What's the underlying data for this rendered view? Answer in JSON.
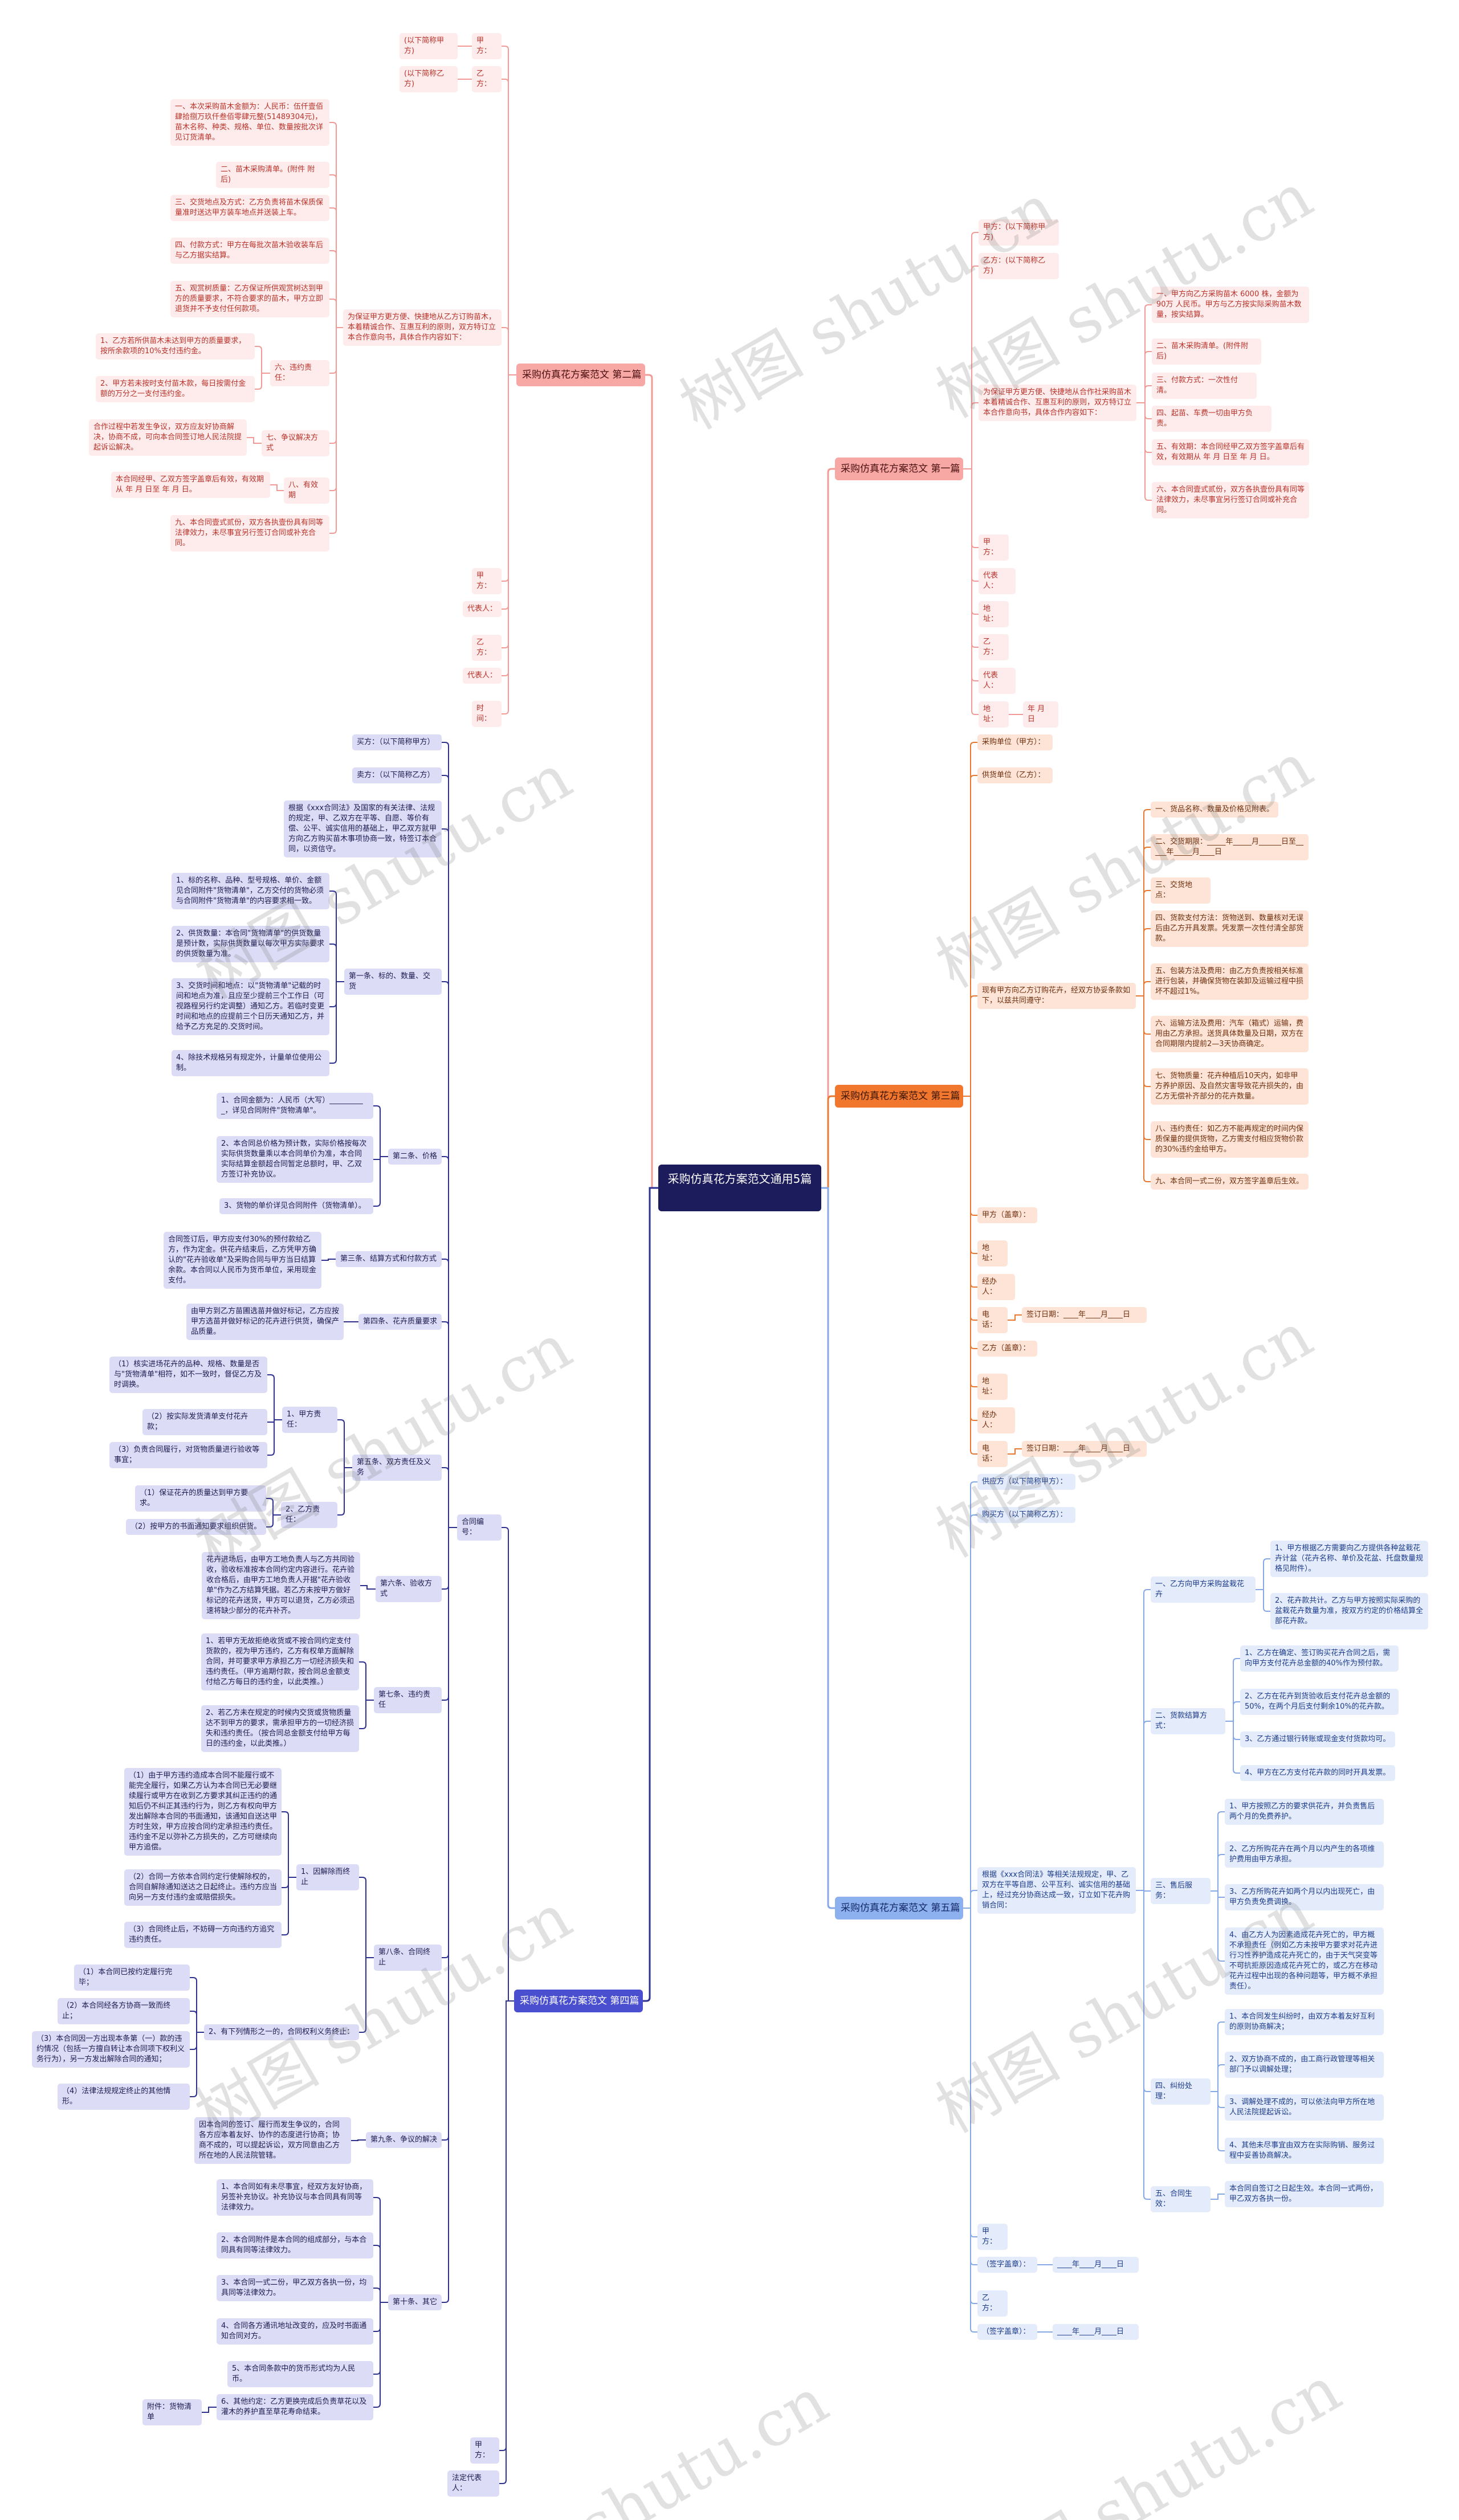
{
  "root": {
    "title": "采购仿真花方案范文通用5篇"
  },
  "watermark": "树图 shutu.cn",
  "colors": {
    "root": "#1c1b5c",
    "p1_p2": "#f7a8a5",
    "p3": "#f2772e",
    "p4": "#4a4fd0",
    "p5": "#8db0ee"
  },
  "p1": {
    "title": "采购仿真花方案范文 第一篇",
    "nodes": [
      "甲方：(以下简称甲方)",
      "乙方：(以下简称乙方)",
      "为保证甲方更方便、快捷地从合作社采购苗木本着精诚合作、互惠互利的原则，双方特订立本合作意向书，具体合作内容如下：",
      "一、甲方向乙方采购苗木 6000 株，金额为 90万 人民币。甲方与乙方按实际采购苗木数量，按实结算。",
      "二、苗木采购清单。(附件附后)",
      "三、付款方式：一次性付清。",
      "四、起苗、车费一切由甲方负责。",
      "五、有效期：本合同经甲乙双方签字盖章后有效，有效期从 年 月 日至 年 月 日。",
      "六、本合同壹式贰份，双方各执壹份具有同等法律效力，未尽事宜另行签订合同或补充合同。",
      "甲方：",
      "代表人：",
      "地址：",
      "乙方：",
      "代表人：",
      "地址：",
      "年 月 日"
    ]
  },
  "p2": {
    "title": "采购仿真花方案范文 第二篇",
    "nodes": [
      "甲方：",
      "(以下简称甲方)",
      "乙方：",
      "(以下简称乙方)",
      "为保证甲方更方便、快捷地从乙方订购苗木，本着精诚合作、互惠互利的原则，双方特订立本合作意向书，具体合作内容如下：",
      "一、本次采购苗木金额为：人民币：伍仟壹佰肆拾捌万玖仟叁佰零肆元整(51489304元)，苗木名称、种类、规格、单位、数量按批次详见订货清单。",
      "二、苗木采购清单。(附件 附后)",
      "三、交货地点及方式：乙方负责将苗木保质保量准时送达甲方装车地点并送装上车。",
      "四、付款方式：甲方在每批次苗木验收装车后与乙方据实结算。",
      "五、观赏树质量：乙方保证所供观赏树达到甲方的质量要求，不符合要求的苗木，甲方立即退货并不予支付任何款项。",
      "六、违约责任：",
      "1、乙方若所供苗木未达到甲方的质量要求，按所余款项的10%支付违约金。",
      "2、甲方若未按时支付苗木款，每日按需付金额的万分之一支付违约金。",
      "七、争议解决方式",
      "合作过程中若发生争议，双方应友好协商解决，协商不成，可向本合同签订地人民法院提起诉讼解决。",
      "八、有效期",
      "本合同经甲、乙双方签字盖章后有效，有效期从 年 月 日至 年 月 日。",
      "九、本合同壹式贰份，双方各执壹份具有同等法律效力，未尽事宜另行签订合同或补充合同。",
      "甲方：",
      "代表人：",
      "乙方：",
      "代表人：",
      "时间："
    ]
  },
  "p3": {
    "title": "采购仿真花方案范文 第三篇",
    "nodes": [
      "采购单位（甲方）：",
      "供货单位（乙方）：",
      "现有甲方向乙方订购花卉，经双方协妥条款如下，以兹共同遵守：",
      "一、货品名称、数量及价格见附表。",
      "二、交货期限：_____年_____月______日至_____年_____月____日",
      "三、交货地点：",
      "四、货款支付方法：货物送到、数量核对无误后由乙方开具发票。凭发票一次性付清全部货款。",
      "五、包装方法及费用：由乙方负责按相关标准进行包装，并确保货物在装卸及运输过程中损坏不超过1%。",
      "六、运输方法及费用：汽车（箱式）运输，费用由乙方承担。送货具体数量及日期，双方在合同期限内提前2—3天协商确定。",
      "七、货物质量：花卉种植后10天内，如非甲方养护原因、及自然灾害导致花卉损失的，由乙方无偿补齐部分的花卉数量。",
      "八、违约责任：如乙方不能再规定的时间内保质保量的提供货物，乙方需支付相应货物价款的30%违约金给甲方。",
      "九、本合同一式二份，双方签字盖章后生效。",
      "甲方（盖章）：",
      "地址：",
      "经办人：",
      "电话：",
      "签订日期：____年____月____日",
      "乙方（盖章）：",
      "地址：",
      "经办人：",
      "电话：",
      "签订日期：____年____月____日"
    ]
  },
  "p4": {
    "title": "采购仿真花方案范文 第四篇",
    "nodes": [
      "合同编号：",
      "甲方：",
      "法定代表人：",
      "买方：（以下简称甲方）",
      "卖方：（以下简称乙方）",
      "根据《xxx合同法》及国家的有关法律、法规的规定，甲、乙双方在平等、自愿、等价有偿、公平、诚实信用的基础上，甲乙双方就甲方向乙方购买苗木事项协商一致，特签订本合同，以资信守。",
      "第一条、标的、数量、交货",
      "1、标的名称、品种、型号规格、单价、金额见合同附件\"货物清单\"，乙方交付的货物必须与合同附件\"货物清单\"的内容要求相一致。",
      "2、供货数量：本合同\"货物清单\"的供货数量是预计数，实际供货数量以每次甲方实际要求的供货数量为准。",
      "3、交货时间和地点：以\"货物清单\"记载的时间和地点为准，且应至少提前三个工作日（可视路程另行约定调整）通知乙方。若临时变更时间和地点的应提前三个日历天通知乙方，并给予乙方充足的.交货时间。",
      "4、除技术规格另有规定外，计量单位使用公制。",
      "第二条、价格",
      "1、合同金额为：人民币（大写）__________，详见合同附件\"货物清单\"。",
      "2、本合同总价格为预计数，实际价格按每次实际供货数量乘以本合同单价为准，本合同实际结算金额超合同暂定总额时，甲、乙双方签订补充协议。",
      "3、货物的单价详见合同附件（货物清单）。",
      "第三条、结算方式和付款方式",
      "合同签订后，甲方应支付30%的预付款给乙方，作为定金。供花卉结束后，乙方凭甲方确认的\"花卉验收单\"及采购合同与甲方当日结算余款。本合同以人民币为货币单位，采用现金支付。",
      "第四条、花卉质量要求",
      "由甲方到乙方苗圃选苗并做好标记，乙方应按甲方选苗并做好标记的花卉进行供货，确保产品质量。",
      "第五条、双方责任及义务",
      "1、甲方责任：",
      "（1）核实进场花卉的品种、规格、数量是否与\"货物清单\"相符，如不一致时，督促乙方及时调换。",
      "（2）按实际发货清单支付花卉款；",
      "（3）负责合同履行，对货物质量进行验收等事宜；",
      "2、乙方责任：",
      "（1）保证花卉的质量达到甲方要求。",
      "（2）按甲方的书面通知要求组织供货。",
      "第六条、验收方式",
      "花卉进场后，由甲方工地负责人与乙方共同验收，验收标准按本合同约定内容进行。花卉验收合格后，由甲方工地负责人开据\"花卉验收单\"作为乙方结算凭据。若乙方未按甲方做好标记的花卉送货，甲方可以退货，乙方必须迅速将缺少部分的花卉补齐。",
      "第七条、违约责任",
      "1、若甲方无故拒绝收货或不按合同约定支付货款的，视为甲方违约，乙方有权单方面解除合同，并可要求甲方承担乙方一切经济损失和违约责任。（甲方逾期付款，按合同总金额支付给乙方每日的违约金，以此类推。）",
      "2、若乙方未在规定的时候内交货或货物质量达不到甲方的要求，需承担甲方的一切经济损失和违约责任。（按合同总金额支付给甲方每日的违约金，以此类推。）",
      "第八条、合同终止",
      "1、因解除而终止",
      "（1）由于甲方违约造成本合同不能履行或不能完全履行，如果乙方认为本合同已无必要继续履行或甲方在收到乙方要求其纠正违约的通知后仍不纠正其违约行为，则乙方有权向甲方发出解除本合同的书面通知，该通知自送达甲方时生效，甲方应按合同约定承担违约责任。违约金不足以弥补乙方损失的，乙方可继续向甲方追偿。",
      "（2）合同一方依本合同约定行使解除权的，合同自解除通知送达之日起终止。违约方应当向另一方支付违约金或赔偿损失。",
      "（3）合同终止后，不妨碍一方向违约方追究违约责任。",
      "2、有下列情形之一的，合同权利义务终止：",
      "（1）本合同已按约定履行完毕；",
      "（2）本合同经各方协商一致而终止；",
      "（3）本合同因一方出现本条第（一）款的违约情况（包括一方擅自转让本合同项下权利义务行为），另一方发出解除合同的通知；",
      "（4）法律法规规定终止的其他情形。",
      "第九条、争议的解决",
      "因本合同的签订、履行而发生争议的，合同各方应本着友好、协作的态度进行协商；协商不成的，可以提起诉讼，双方同意由乙方所在地的人民法院管辖。",
      "第十条、其它",
      "1、本合同如有未尽事宜，经双方友好协商，另签补充协议。补充协议与本合同具有同等法律效力。",
      "2、本合同附件是本合同的组成部分，与本合同具有同等法律效力。",
      "3、本合同一式二份，甲乙双方各执一份，均具同等法律效力。",
      "4、合同各方通讯地址改变的，应及时书面通知合同对方。",
      "5、本合同条款中的货币形式均为人民币。",
      "6、其他约定：乙方更换完成后负责草花以及灌木的养护直至草花寿命结束。",
      "附件：货物清单"
    ]
  },
  "p5": {
    "title": "采购仿真花方案范文 第五篇",
    "nodes": [
      "供应方（以下简称甲方）：",
      "购买方（以下简称乙方）：",
      "根据《xxx合同法》等相关法规规定，甲、乙双方在平等自愿、公平互利、诚实信用的基础上，经过充分协商达成一致，订立如下花卉购销合同：",
      "一、乙方向甲方采购盆栽花卉",
      "1、甲方根据乙方需要向乙方提供各种盆栽花卉计盆（花卉名称、单价及花盆、托盘数量规格见附件）。",
      "2、花卉款共计。乙方与甲方按照实际采购的盆栽花卉数量为准，按双方约定的价格结算全部花卉款。",
      "二、货款结算方式：",
      "1、乙方在确定、签订购买花卉合同之后，需向甲方支付花卉总金额的40%作为预付款。",
      "2、乙方在花卉到货验收后支付花卉总金额的50%，在两个月后支付剩余10%的花卉款。",
      "3、乙方通过银行转账或现金支付货款均可。",
      "4、甲方在乙方支付花卉款的同时开具发票。",
      "三、售后服务：",
      "1、甲方按照乙方的要求供花卉，并负责售后两个月的免费养护。",
      "2、乙方所购花卉在两个月以内产生的各项维护费用由甲方承担。",
      "3、乙方所购花卉如两个月以内出现死亡，由甲方负责免费调换。",
      "4、由乙方人为因素造成花卉死亡的，甲方概不承担责任（例如乙方未按甲方要求对花卉进行习性养护造成花卉死亡的，由于天气突变等不可抗拒原因造成花卉死亡的，或乙方在移动花卉过程中出现的各种问题等，甲方概不承担责任）。",
      "四、纠纷处理：",
      "1、本合同发生纠纷时，由双方本着友好互利的原则协商解决；",
      "2、双方协商不成的，由工商行政管理等相关部门予以调解处理；",
      "3、调解处理不成的，可以依法向甲方所在地人民法院提起诉讼。",
      "4、其他未尽事宜由双方在实际购销、服务过程中妥善协商解决。",
      "五、合同生效：",
      "本合同自签订之日起生效。本合同一式两份，甲乙双方各执一份。",
      "甲方：",
      "（签字盖章）：",
      "____年____月____日",
      "乙方：",
      "（签字盖章）：",
      "____年____月____日"
    ]
  }
}
